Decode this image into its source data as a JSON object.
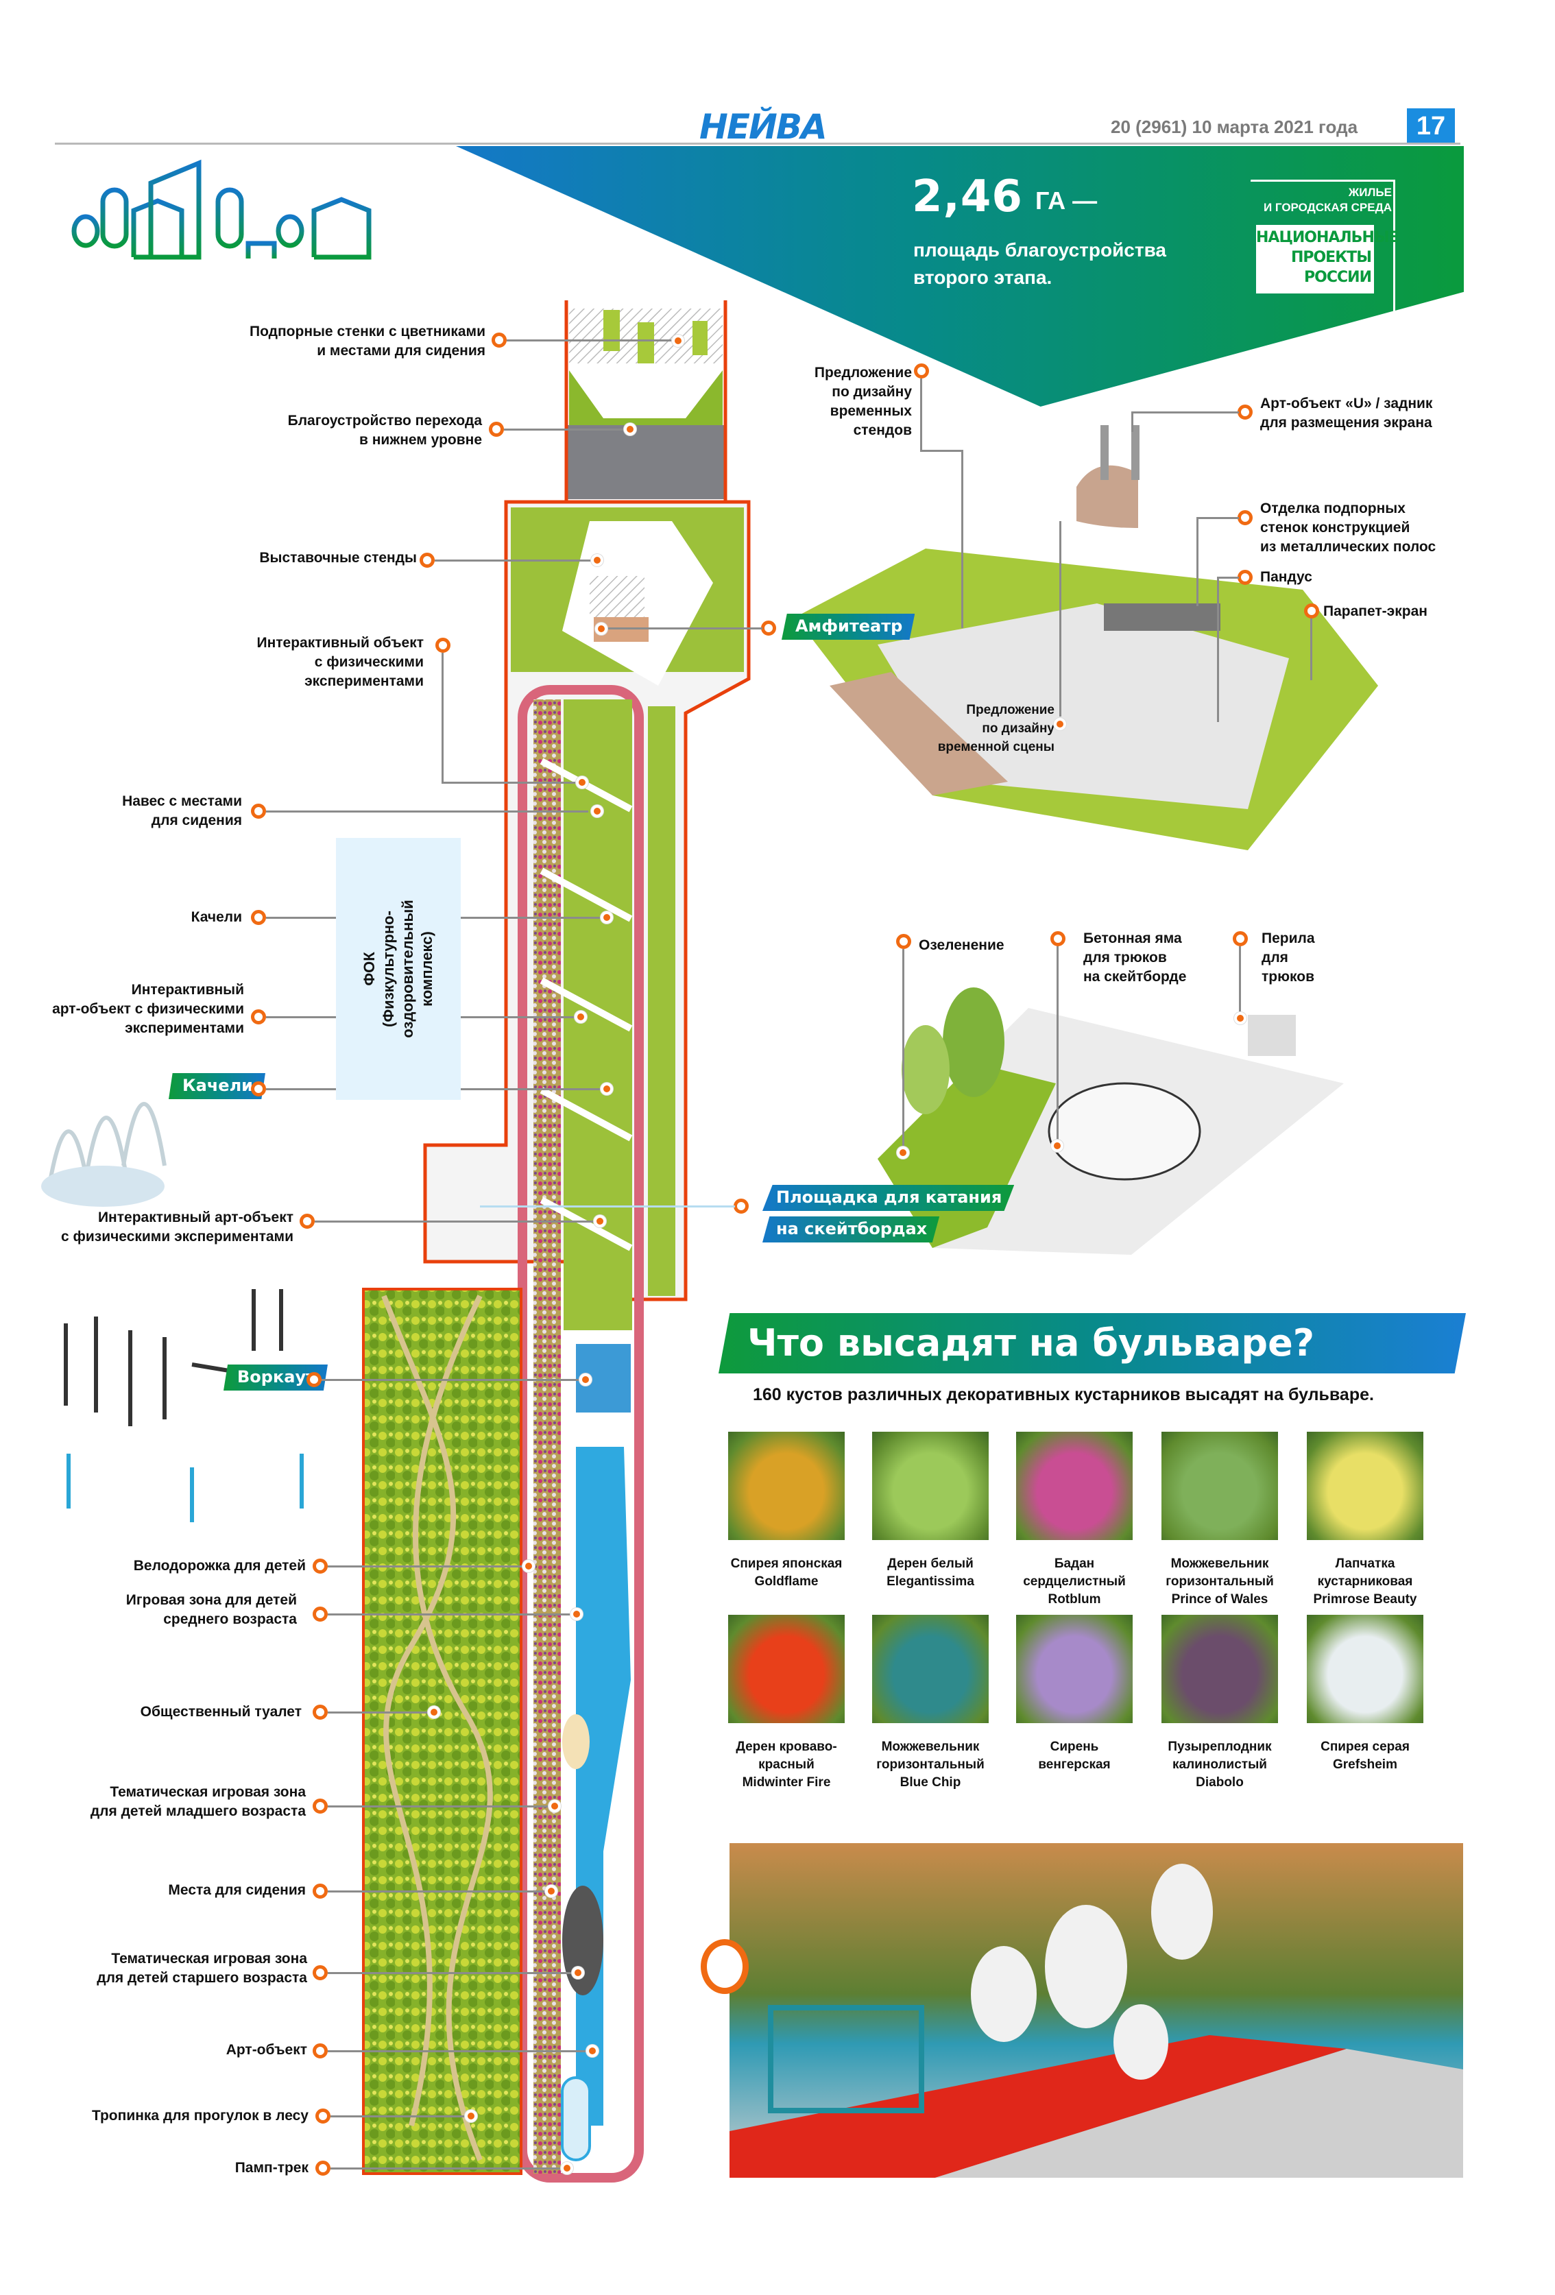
{
  "header": {
    "logo": "НЕЙВА",
    "issue": "20 (2961) 10 марта 2021 года",
    "page_number": "17"
  },
  "banner": {
    "stat_value": "2,46",
    "stat_unit": "ГА —",
    "stat_desc_line1": "площадь благоустройства",
    "stat_desc_line2": "второго этапа.",
    "np_line1": "ЖИЛЬЕ",
    "np_line2": "И ГОРОДСКАЯ СРЕДА",
    "np_box_line1": "НАЦИОНАЛЬНЫЕ",
    "np_box_line2": "ПРОЕКТЫ",
    "np_box_line3": "РОССИИ",
    "colors": {
      "blue": "#1478c8",
      "teal": "#078a8a",
      "green": "#0a9a3d",
      "accent": "#f06a12"
    }
  },
  "plan_callouts": [
    {
      "l1": "Подпорные стенки с цветниками",
      "l2": "и местами для сидения"
    },
    {
      "l1": "Благоустройство перехода",
      "l2": "в нижнем уровне"
    },
    {
      "l1": "Выставочные стенды"
    },
    {
      "l1": "Интерактивный объект",
      "l2": "с физическими",
      "l3": "экспериментами"
    },
    {
      "l1": "Навес с местами",
      "l2": "для сидения"
    },
    {
      "l1": "Качели"
    },
    {
      "l1": "Интерактивный",
      "l2": "арт-объект с физическими",
      "l3": "экспериментами"
    },
    {
      "l1": "Интерактивный арт-объект",
      "l2": "с физическими экспериментами"
    },
    {
      "l1": "Велодорожка для детей"
    },
    {
      "l1": "Игровая зона для детей",
      "l2": "среднего возраста"
    },
    {
      "l1": "Общественный туалет"
    },
    {
      "l1": "Тематическая игровая зона",
      "l2": "для детей младшего возраста"
    },
    {
      "l1": "Места для сидения"
    },
    {
      "l1": "Тематическая игровая зона",
      "l2": "для детей старшего возраста"
    },
    {
      "l1": "Арт-объект"
    },
    {
      "l1": "Тропинка для  прогулок в лесу"
    },
    {
      "l1": "Памп-трек"
    }
  ],
  "tags": {
    "swings": "Качели",
    "workout": "Воркаут",
    "amphitheatre": "Амфитеатр",
    "skate_line1": "Площадка для катания",
    "skate_line2": "на скейтбордах"
  },
  "fok": {
    "line1": "ФОК",
    "line2": "(Физкультурно-",
    "line3": "оздоровительный",
    "line4": "комплекс)"
  },
  "amphitheatre_callouts": [
    {
      "l1": "Предложение",
      "l2": "по дизайну",
      "l3": "временных",
      "l4": "стендов"
    },
    {
      "l1": "Арт-объект «U» / задник",
      "l2": "для размещения экрана"
    },
    {
      "l1": "Отделка подпорных",
      "l2": "стенок конструкцией",
      "l3": "из металлических  полос"
    },
    {
      "l1": "Пандус"
    },
    {
      "l1": "Парапет-экран"
    },
    {
      "l1": "Предложение",
      "l2": "по дизайну",
      "l3": "временной сцены"
    }
  ],
  "skate_callouts": [
    {
      "l1": "Озеленение"
    },
    {
      "l1": "Бетонная яма",
      "l2": "для трюков",
      "l3": "на скейтборде"
    },
    {
      "l1": "Перила",
      "l2": "для",
      "l3": "трюков"
    }
  ],
  "plants_section": {
    "title": "Что высадят на бульваре?",
    "subtitle": "160 кустов различных декоративных кустарников высадят на бульваре.",
    "plants": [
      {
        "l1": "Спирея японская",
        "l2": "Goldflame",
        "color": "#d9a126"
      },
      {
        "l1": "Дерен белый",
        "l2": "Elegantissima",
        "color": "#9cc95a"
      },
      {
        "l1": "Бадан",
        "l2": "сердцелистный",
        "l3": "Rotblum",
        "color": "#c94e93"
      },
      {
        "l1": "Можжевельник",
        "l2": "горизонтальный",
        "l3": "Prince of Wales",
        "color": "#7fb05a"
      },
      {
        "l1": "Лапчатка",
        "l2": "кустарниковая",
        "l3": "Primrose Beauty",
        "color": "#e8df66"
      },
      {
        "l1": "Дерен кроваво-",
        "l2": "красный",
        "l3": "Midwinter Fire",
        "color": "#e8401a"
      },
      {
        "l1": "Можжевельник",
        "l2": "горизонтальный",
        "l3": "Blue Chip",
        "color": "#2f8a8c"
      },
      {
        "l1": "Сирень",
        "l2": "венгерская",
        "color": "#a78ac9"
      },
      {
        "l1": "Пузыреплодник",
        "l2": "калинолистый",
        "l3": "Diabolo",
        "color": "#6b4d6b"
      },
      {
        "l1": "Спирея серая",
        "l2": "Grefsheim",
        "color": "#e8eef0"
      }
    ]
  }
}
